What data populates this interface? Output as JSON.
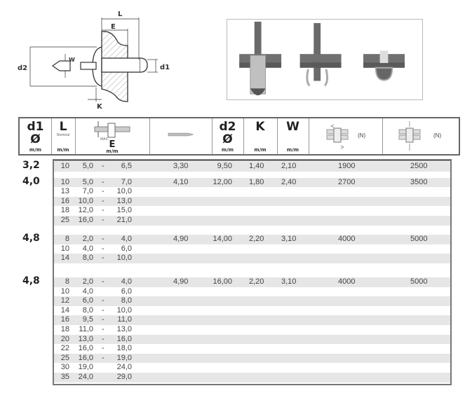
{
  "diagram": {
    "labels": {
      "L": "L",
      "E": "E",
      "d2": "d2",
      "d1": "d1",
      "W": "W",
      "K": "K"
    }
  },
  "header": {
    "d1": {
      "title": "d1",
      "symbol": "Ø",
      "unit": "m/m"
    },
    "L": {
      "title": "L",
      "sub": "Nominal",
      "unit": "m/m"
    },
    "E": {
      "title": "E",
      "sub": "MAX.",
      "unit": "m/m"
    },
    "drill": {
      "icon": "drill-bit-icon"
    },
    "d2": {
      "title": "d2",
      "symbol": "Ø",
      "unit": "m/m"
    },
    "K": {
      "title": "K",
      "unit": "m/m"
    },
    "W": {
      "title": "W",
      "unit": "m/m"
    },
    "shear": {
      "icon": "shear-force-icon",
      "unit": "(N)"
    },
    "tensile": {
      "icon": "tensile-force-icon",
      "unit": "(N)"
    }
  },
  "groups": [
    {
      "d1": "3,2",
      "drill": "3,30",
      "d2": "9,50",
      "K": "1,40",
      "W": "2,10",
      "shear": "1900",
      "tensile": "2500",
      "rows": [
        {
          "L": "10",
          "emin": "5,0",
          "sep": "-",
          "emax": "6,5"
        }
      ]
    },
    {
      "d1": "4,0",
      "drill": "4,10",
      "d2": "12,00",
      "K": "1,80",
      "W": "2,40",
      "shear": "2700",
      "tensile": "3500",
      "rows": [
        {
          "L": "10",
          "emin": "5,0",
          "sep": "-",
          "emax": "7,0"
        },
        {
          "L": "13",
          "emin": "7,0",
          "sep": "-",
          "emax": "10,0"
        },
        {
          "L": "16",
          "emin": "10,0",
          "sep": "-",
          "emax": "13,0"
        },
        {
          "L": "18",
          "emin": "12,0",
          "sep": "-",
          "emax": "15,0"
        },
        {
          "L": "25",
          "emin": "16,0",
          "sep": "-",
          "emax": "21,0"
        }
      ]
    },
    {
      "d1": "4,8",
      "drill": "4,90",
      "d2": "14,00",
      "K": "2,20",
      "W": "3,10",
      "shear": "4000",
      "tensile": "5000",
      "rows": [
        {
          "L": "8",
          "emin": "2,0",
          "sep": "-",
          "emax": "4,0"
        },
        {
          "L": "10",
          "emin": "4,0",
          "sep": "-",
          "emax": "6,0"
        },
        {
          "L": "14",
          "emin": "8,0",
          "sep": "-",
          "emax": "10,0"
        }
      ]
    },
    {
      "d1": "4,8",
      "drill": "4,90",
      "d2": "16,00",
      "K": "2,20",
      "W": "3,10",
      "shear": "4000",
      "tensile": "5000",
      "rows": [
        {
          "L": "8",
          "emin": "2,0",
          "sep": "-",
          "emax": "4,0"
        },
        {
          "L": "10",
          "emin": "4,0",
          "sep": "",
          "emax": "6,0"
        },
        {
          "L": "12",
          "emin": "6,0",
          "sep": "-",
          "emax": "8,0"
        },
        {
          "L": "14",
          "emin": "8,0",
          "sep": "-",
          "emax": "10,0"
        },
        {
          "L": "16",
          "emin": "9,5",
          "sep": "-",
          "emax": "11,0"
        },
        {
          "L": "18",
          "emin": "11,0",
          "sep": "-",
          "emax": "13,0"
        },
        {
          "L": "20",
          "emin": "13,0",
          "sep": "-",
          "emax": "16,0"
        },
        {
          "L": "22",
          "emin": "16,0",
          "sep": "-",
          "emax": "18,0"
        },
        {
          "L": "25",
          "emin": "16,0",
          "sep": "-",
          "emax": "19,0"
        },
        {
          "L": "30",
          "emin": "19,0",
          "sep": "",
          "emax": "24,0"
        },
        {
          "L": "35",
          "emin": "24,0",
          "sep": "",
          "emax": "29,0"
        }
      ]
    }
  ]
}
